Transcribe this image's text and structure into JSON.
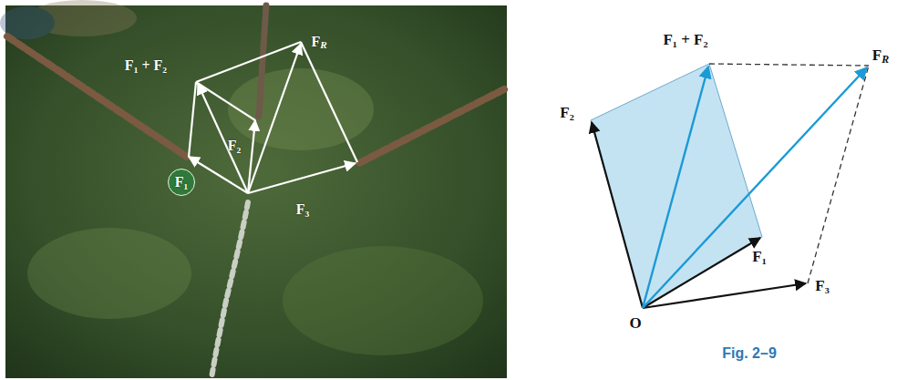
{
  "diagram": {
    "caption": "Fig. 2–9",
    "nodes": [
      {
        "text": [
          "F₁"
        ]
      }
    ],
    "labels": [
      "F₁ + F₂",
      "FR",
      "F₂",
      "F₃",
      "F₁ + F₂",
      "FR",
      "F₂",
      "F₁",
      "F₃",
      "O"
    ]
  }
}
